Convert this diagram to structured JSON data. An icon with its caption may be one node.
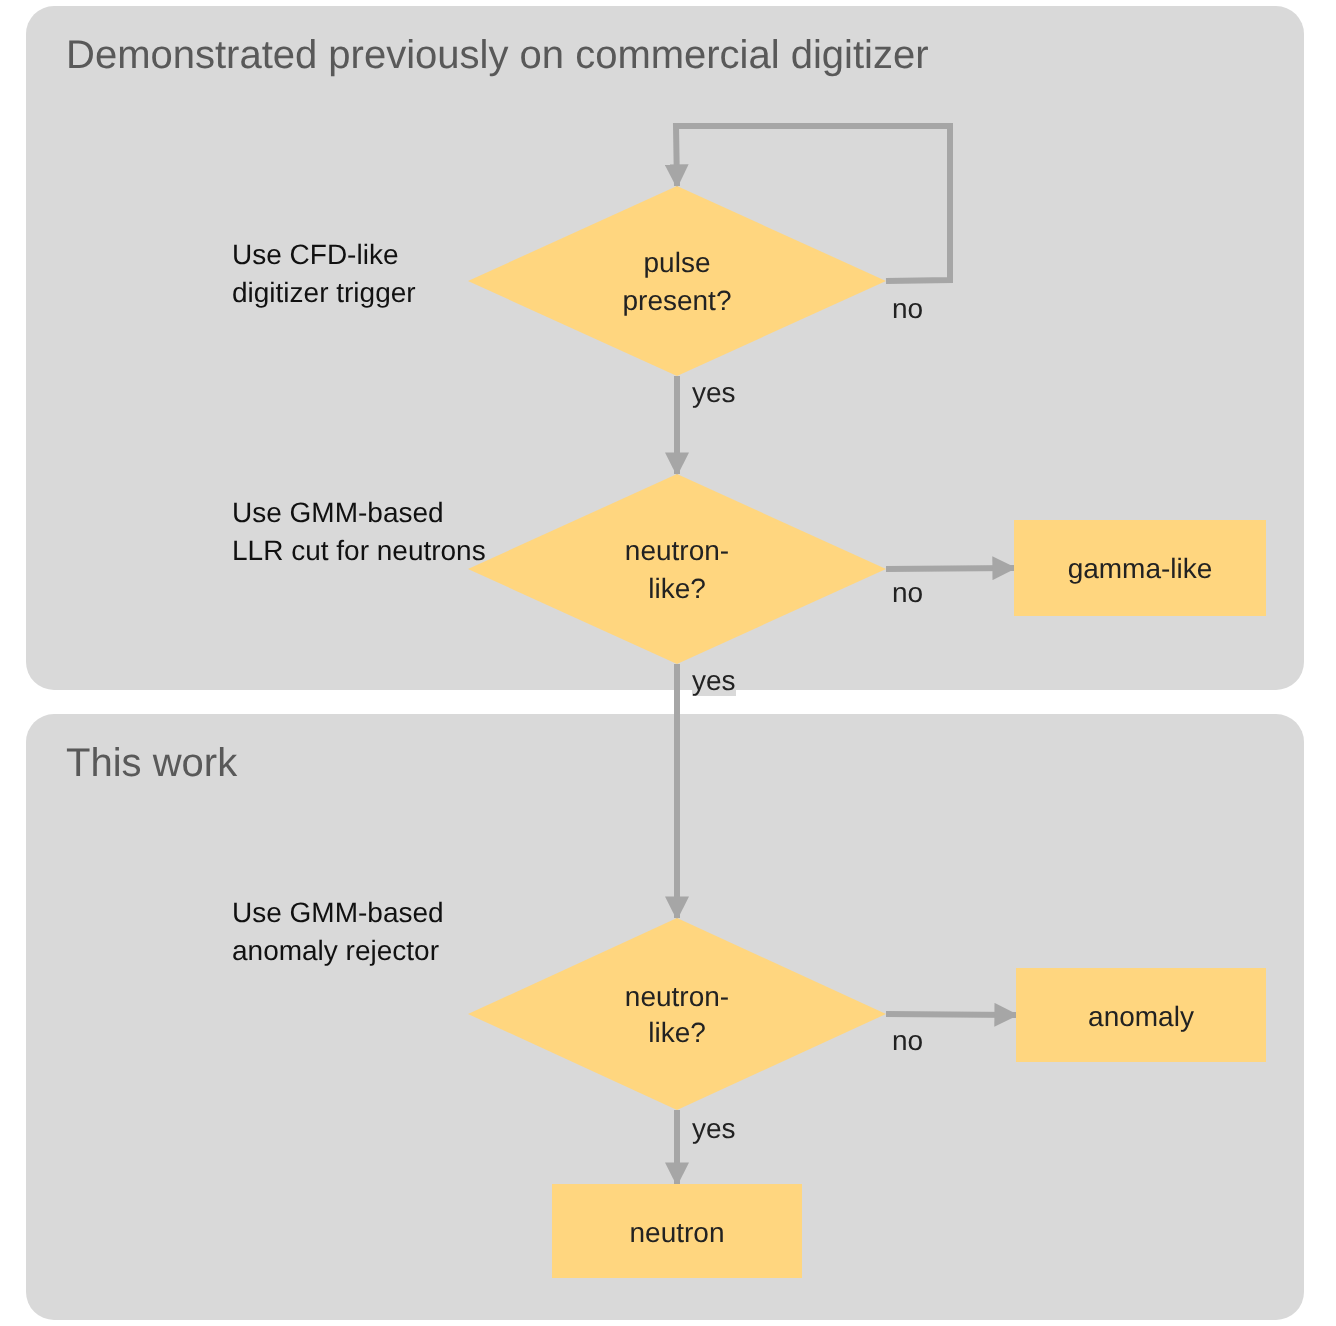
{
  "diagram": {
    "nodes": [
      {
        "text": [
          "Demonstrated previously on commercial digitizer"
        ]
      },
      {
        "text": [
          "pulse present?"
        ],
        "beside": [
          "Use CFD-like digitizer trigger"
        ],
        "in": 0
      },
      {
        "text": [
          "neutron-like?"
        ],
        "beside": [
          "Use GMM-based LLR cut for neutrons"
        ],
        "in": 0
      },
      {
        "text": [
          "gamma-like"
        ],
        "in": 0
      },
      {
        "text": [
          "This work"
        ]
      },
      {
        "text": [
          "neutron-like?"
        ],
        "beside": [
          "Use GMM-based anomaly rejector"
        ],
        "in": 4
      },
      {
        "text": [
          "anomaly"
        ],
        "in": 4
      },
      {
        "text": [
          "neutron"
        ],
        "in": 4
      }
    ],
    "edges": [
      {
        "from": 1,
        "to": 1,
        "arrow": "to",
        "label": "no"
      },
      {
        "from": 1,
        "to": 2,
        "arrow": "to",
        "label": "yes"
      },
      {
        "from": 2,
        "to": 3,
        "arrow": "to",
        "label": "no"
      },
      {
        "from": 2,
        "to": 5,
        "arrow": "to",
        "label": "yes"
      },
      {
        "from": 5,
        "to": 6,
        "arrow": "to",
        "label": "no"
      },
      {
        "from": 5,
        "to": 7,
        "arrow": "to",
        "label": "yes"
      }
    ]
  }
}
